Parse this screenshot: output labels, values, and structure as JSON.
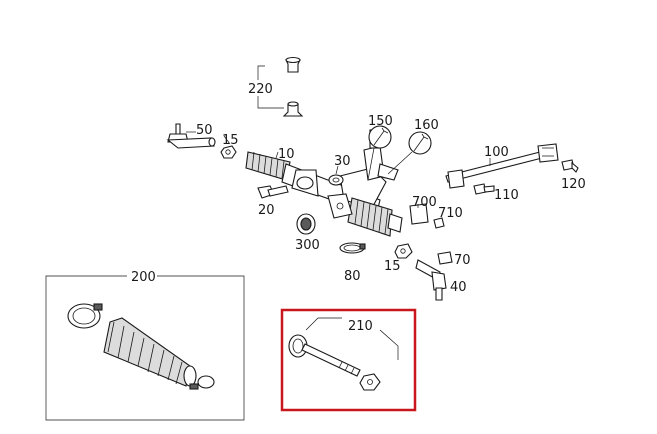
{
  "labels": {
    "p10": "10",
    "p15a": "15",
    "p15b": "15",
    "p20": "20",
    "p30": "30",
    "p40": "40",
    "p50": "50",
    "p70": "70",
    "p80": "80",
    "p100": "100",
    "p110": "110",
    "p120": "120",
    "p150": "150",
    "p160": "160",
    "p200": "200",
    "p210": "210",
    "p220": "220",
    "p300": "300",
    "p700": "700",
    "p710": "710"
  },
  "highlight": {
    "part": "210",
    "color": "#c8161d"
  }
}
